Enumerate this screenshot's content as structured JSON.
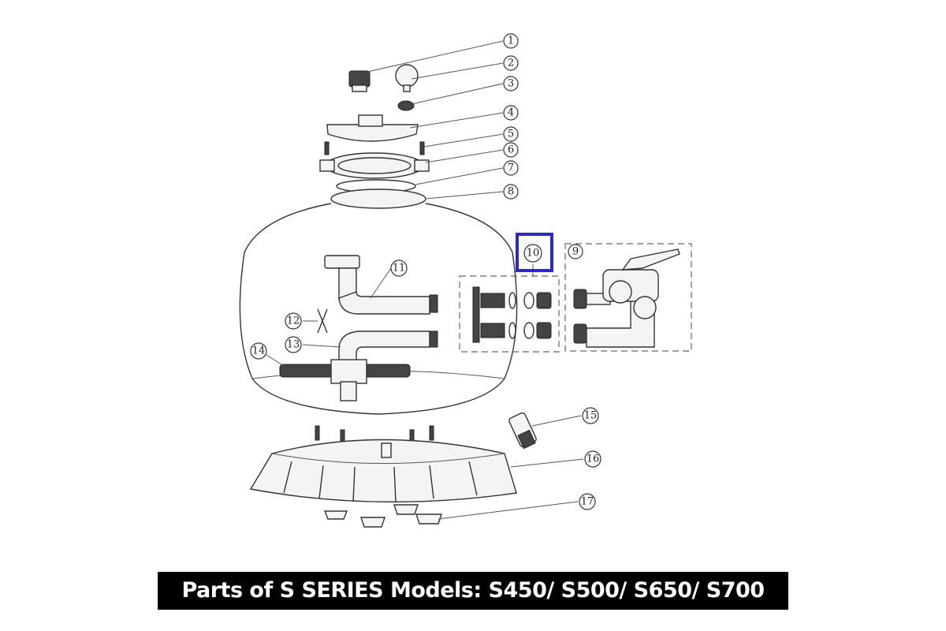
{
  "diagram": {
    "callouts": [
      "1",
      "2",
      "3",
      "4",
      "5",
      "6",
      "7",
      "8",
      "9",
      "10",
      "11",
      "12",
      "13",
      "14",
      "15",
      "16",
      "17"
    ],
    "highlighted_callout": "10",
    "highlight_color": "#2b2bbf"
  },
  "caption": "Parts of S SERIES Models: S450/ S500/ S650/ S700"
}
